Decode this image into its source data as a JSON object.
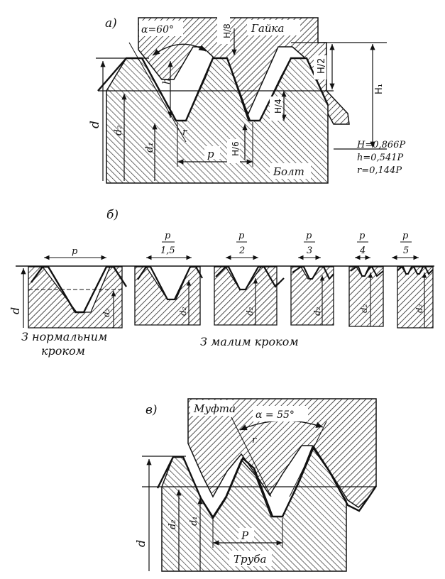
{
  "figure_a": {
    "label": "а)",
    "angle": "α=60°",
    "nut": "Гайка",
    "bolt": "Болт",
    "dims": {
      "d": "d",
      "d2": "d₂",
      "d1": "d₁",
      "h": "h",
      "r": "r",
      "p": "p",
      "H8": "H/8",
      "H2": "H/2",
      "H4": "H/4",
      "H6": "H/6",
      "H1": "H₁"
    },
    "formulas": [
      "H=0,866P",
      "h=0,541P",
      "r=0,144P"
    ]
  },
  "figure_b": {
    "label": "б)",
    "pitches": [
      {
        "num": "p",
        "den": ""
      },
      {
        "num": "p",
        "den": "1,5"
      },
      {
        "num": "p",
        "den": "2"
      },
      {
        "num": "p",
        "den": "3"
      },
      {
        "num": "p",
        "den": "4"
      },
      {
        "num": "p",
        "den": "5"
      }
    ],
    "d": "d",
    "d2": "d₂",
    "normal_pitch_line1": "З нормальним",
    "normal_pitch_line2": "кроком",
    "fine_pitch": "З малим кроком"
  },
  "figure_c": {
    "label": "в)",
    "coupling": "Муфта",
    "pipe": "Труба",
    "angle": "α = 55°",
    "dims": {
      "d": "d",
      "d2": "d₂",
      "d1": "d₁",
      "r": "r",
      "p": "P"
    }
  }
}
